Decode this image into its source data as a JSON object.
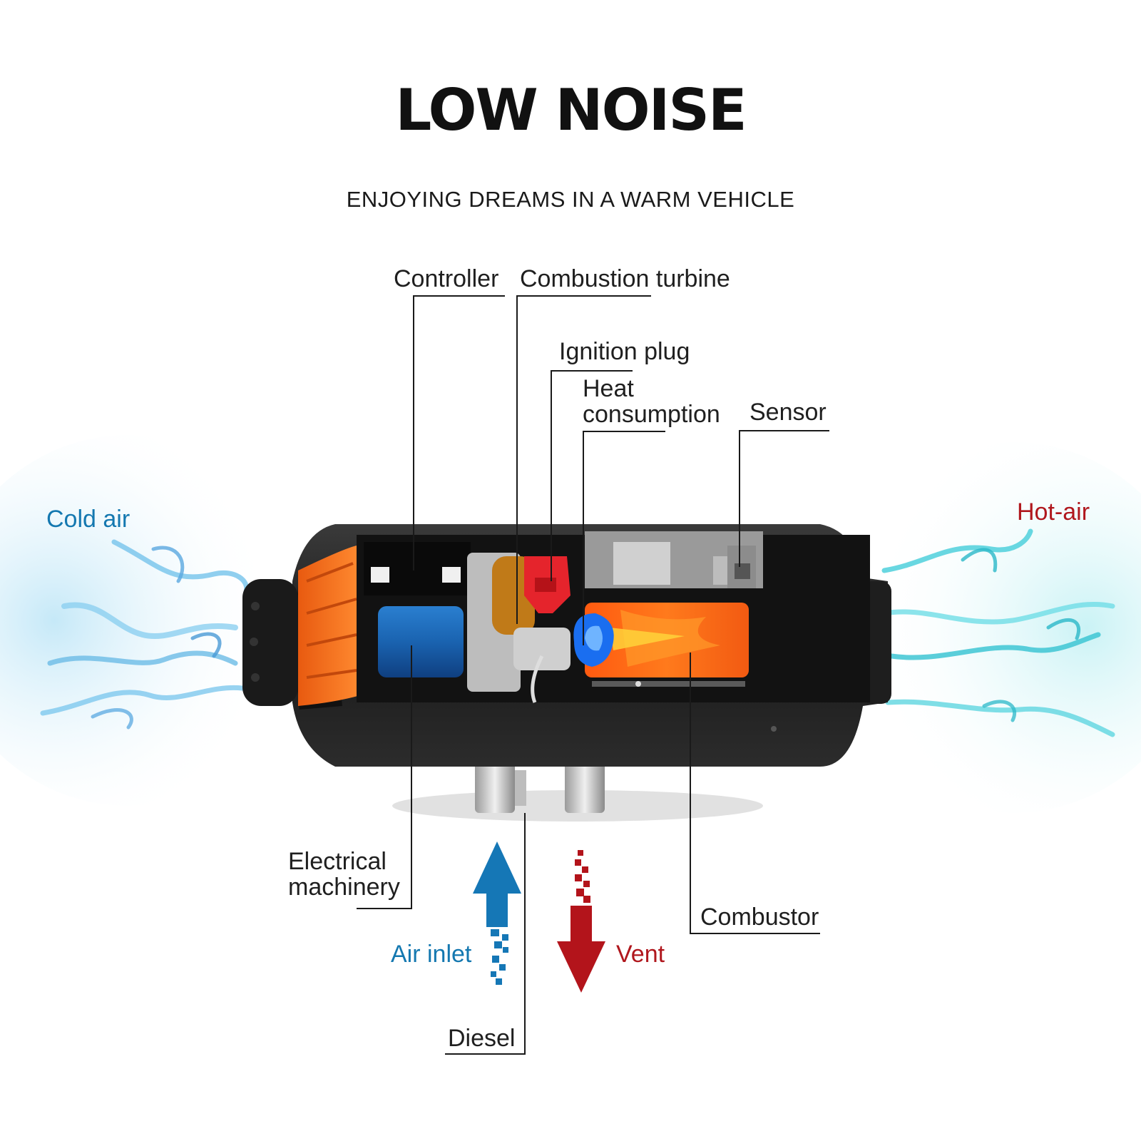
{
  "header": {
    "title": "LOW NOISE",
    "subtitle": "ENJOYING DREAMS IN A WARM VEHICLE"
  },
  "labels": {
    "controller": "Controller",
    "combustion_turbine": "Combustion turbine",
    "ignition_plug": "Ignition plug",
    "heat_consumption": "Heat\nconsumption",
    "sensor": "Sensor",
    "cold_air": "Cold air",
    "hot_air": "Hot-air",
    "electrical_machinery": "Electrical\nmachinery",
    "combustor": "Combustor",
    "air_inlet": "Air inlet",
    "vent": "Vent",
    "diesel": "Diesel"
  },
  "colors": {
    "cold": "#1478b0",
    "hot": "#b0171d",
    "arrow_blue": "#1577b6",
    "arrow_red": "#b3141b"
  }
}
